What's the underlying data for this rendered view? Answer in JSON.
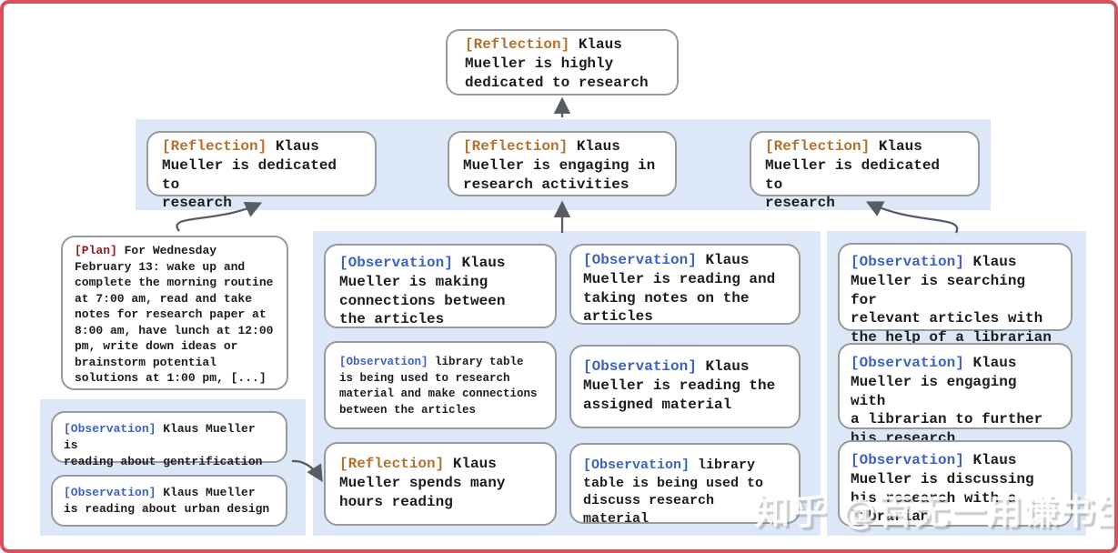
{
  "colors": {
    "frame_border": "#d4515d",
    "band_background": "#dce8f7",
    "box_border": "#97999e",
    "box_background": "#ffffff",
    "text": "#1c1c1c",
    "reflection_tag": "#b5722e",
    "observation_tag": "#3b62c4",
    "plan_tag": "#8e1d1d",
    "arrow": "#585d64"
  },
  "nodes": {
    "top_reflection": {
      "tag": "[Reflection]",
      "text": "Klaus\nMueller is highly\ndedicated to research"
    },
    "reflection_left": {
      "tag": "[Reflection]",
      "text": "Klaus\nMueller is dedicated to\nresearch"
    },
    "reflection_mid": {
      "tag": "[Reflection]",
      "text": "Klaus\nMueller is engaging in\nresearch activities"
    },
    "reflection_right": {
      "tag": "[Reflection]",
      "text": "Klaus\nMueller is dedicated to\nresearch"
    },
    "plan": {
      "tag": "[Plan]",
      "text": "For Wednesday\nFebruary 13: wake up and\ncomplete the morning routine\nat 7:00 am, read and take\nnotes for research paper at\n8:00 am, have lunch at 12:00\npm, write down ideas or\nbrainstorm potential\nsolutions at 1:00 pm, [...]"
    },
    "obs_gentrification": {
      "tag": "[Observation]",
      "text": "Klaus Mueller is\nreading about gentrification"
    },
    "obs_urban_design": {
      "tag": "[Observation]",
      "text": "Klaus Mueller\nis reading about urban design"
    },
    "obs_connections": {
      "tag": "[Observation]",
      "text": "Klaus\nMueller is making\nconnections between\nthe articles"
    },
    "obs_library_research": {
      "tag": "[Observation]",
      "text": "library table\nis being used to research\nmaterial and make connections\nbetween the articles"
    },
    "reflection_hours": {
      "tag": "[Reflection]",
      "text": "Klaus\nMueller spends many\nhours reading"
    },
    "obs_taking_notes": {
      "tag": "[Observation]",
      "text": "Klaus\nMueller is reading and\ntaking notes on the\narticles"
    },
    "obs_assigned": {
      "tag": "[Observation]",
      "text": "Klaus\nMueller is reading the\nassigned material"
    },
    "obs_library_discuss": {
      "tag": "[Observation]",
      "text": "library\ntable is being used to\ndiscuss research material"
    },
    "obs_searching": {
      "tag": "[Observation]",
      "text": "Klaus\nMueller is searching for\nrelevant articles with\nthe help of a librarian"
    },
    "obs_engaging": {
      "tag": "[Observation]",
      "text": "Klaus\nMueller is engaging with\na librarian to further\nhis research"
    },
    "obs_discussing": {
      "tag": "[Observation]",
      "text": "Klaus\nMueller is discussing\nhis research with a\nlibrarian"
    }
  },
  "watermark": {
    "text": "知乎 @百无一用谦书生"
  }
}
